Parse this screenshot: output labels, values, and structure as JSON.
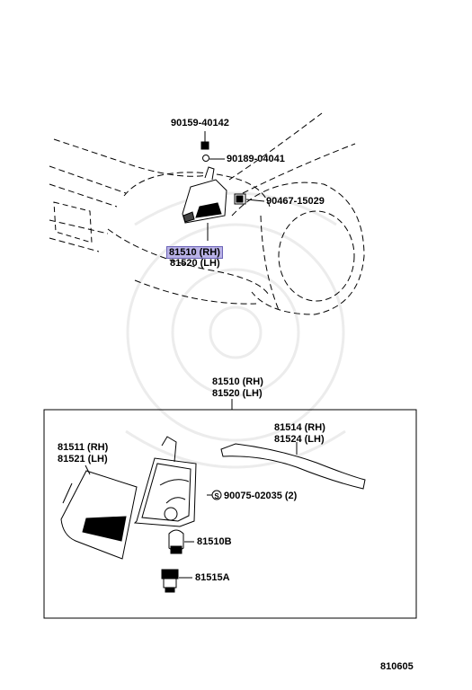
{
  "diagram": {
    "figure_code": "810605",
    "callouts": {
      "bolt": "90159-40142",
      "clip": "90189-04041",
      "retainer": "90467-15029",
      "assy_rh_top": "81510 (RH)",
      "assy_lh_top": "81520 (LH)",
      "assy_rh_box": "81510 (RH)",
      "assy_lh_box": "81520 (LH)",
      "lens_rh": "81511 (RH)",
      "lens_lh": "81521 (LH)",
      "gasket_rh": "81514 (RH)",
      "gasket_lh": "81524 (LH)",
      "screw": "90075-02035 (2)",
      "screw_marker": "S",
      "bulb": "81510B",
      "socket": "81515A"
    }
  }
}
